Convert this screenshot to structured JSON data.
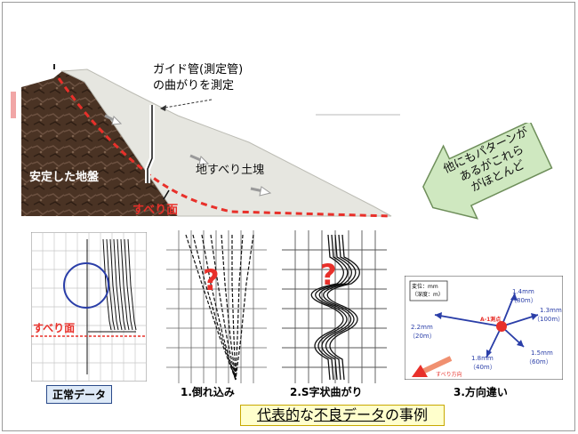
{
  "slope": {
    "guide_pipe_line1": "ガイド管(測定管)",
    "guide_pipe_line2": "の曲がりを測定",
    "stable_ground": "安定した地盤",
    "landslide_mass": "地すべり土塊",
    "slip_surface": "すべり面"
  },
  "note": {
    "line1": "他にもパターンが",
    "line2": "あるがこれら",
    "line3": "がほとんど"
  },
  "panels": {
    "normal": {
      "caption": "正常データ",
      "slip_label": "すべり面"
    },
    "fall": {
      "caption": "1.倒れ込み",
      "mark": "?"
    },
    "s_curve": {
      "caption": "2.S字状曲がり",
      "mark": "?"
    },
    "direction": {
      "caption": "3.方向違い",
      "legend_line1": "変位：mm",
      "legend_line2": "（深度：m）",
      "point_label": "A-1測点",
      "direction_label": "すべり方向",
      "readings": [
        {
          "value": "1.4mm",
          "depth": "（80m）"
        },
        {
          "value": "1.3mm",
          "depth": "（100m）"
        },
        {
          "value": "1.5mm",
          "depth": "（60m）"
        },
        {
          "value": "1.8mm",
          "depth": "（40m）"
        },
        {
          "value": "2.2mm",
          "depth": "（20m）"
        }
      ]
    }
  },
  "footer": {
    "title_underlined_1": "代表的",
    "title_plain_1": "な",
    "title_underlined_2": "不良データ",
    "title_plain_2": "の事例"
  },
  "colors": {
    "slip_red": "#e8302a",
    "note_green": "#cfe8c0",
    "arrow_blue": "#2a3ea8",
    "soil_dark": "#4a3324",
    "landslide_fill": "#e6e6e0"
  }
}
